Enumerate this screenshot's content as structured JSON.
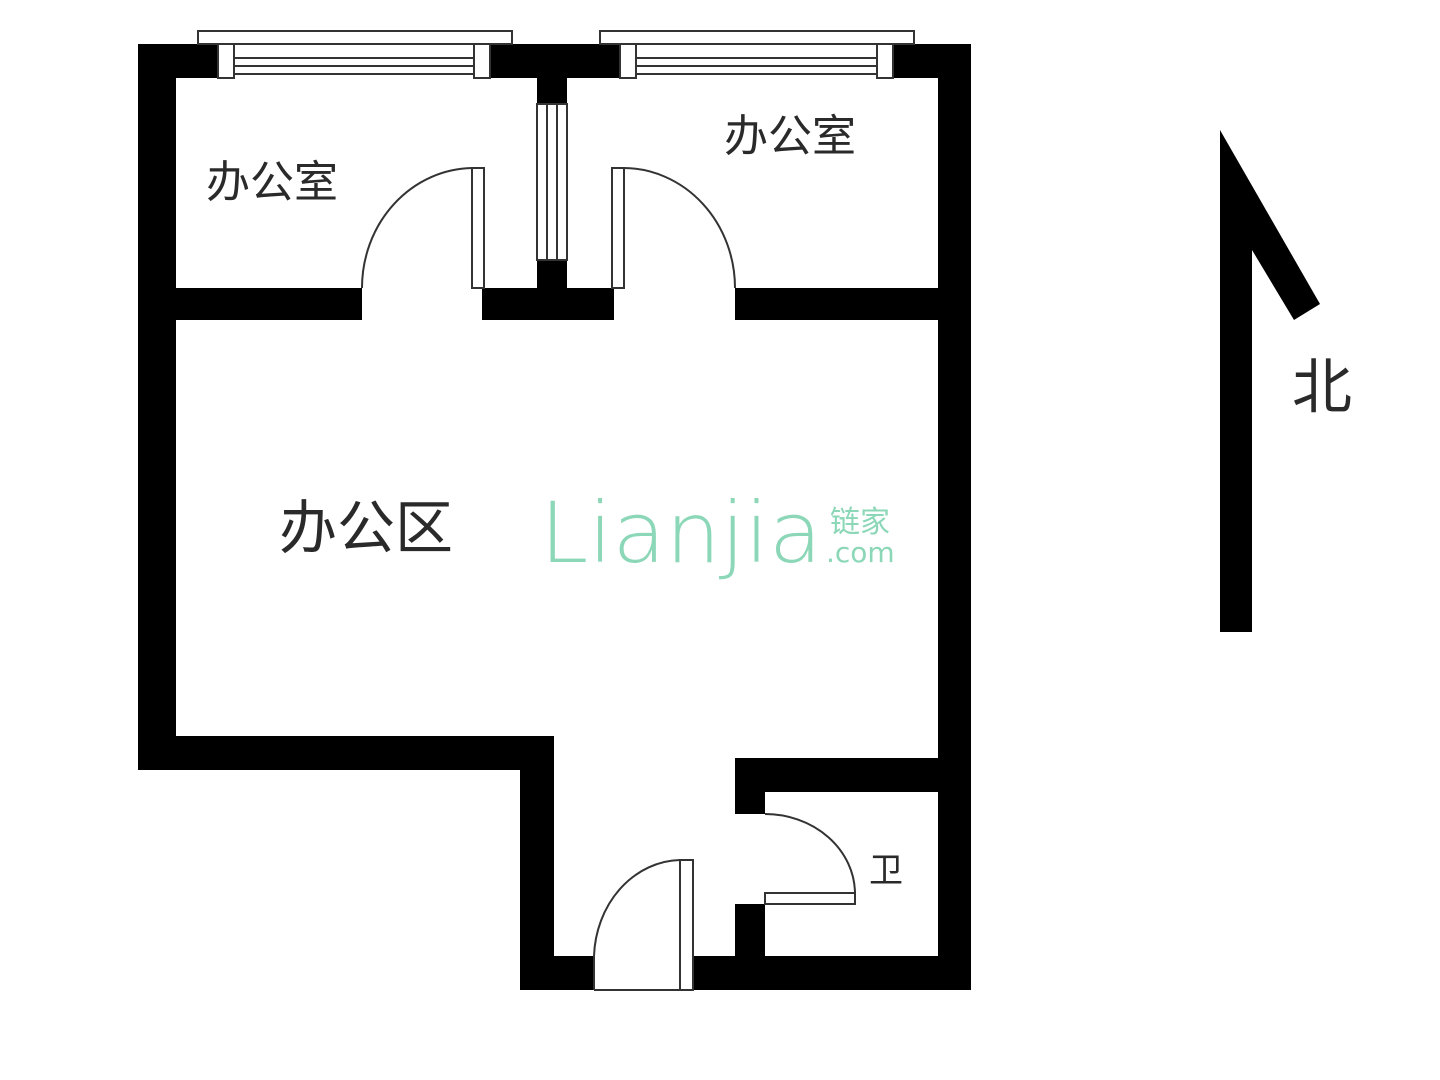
{
  "rooms": {
    "office_left": "办公室",
    "office_right": "办公室",
    "office_area": "办公区",
    "bathroom": "卫"
  },
  "compass": {
    "label": "北"
  },
  "watermark": {
    "brand": "Lianjia",
    "cn": "链家",
    "domain": ".com",
    "color": "#7fd3b0"
  },
  "colors": {
    "wall": "#000000",
    "line": "#333333",
    "text": "#2a2a2a"
  }
}
